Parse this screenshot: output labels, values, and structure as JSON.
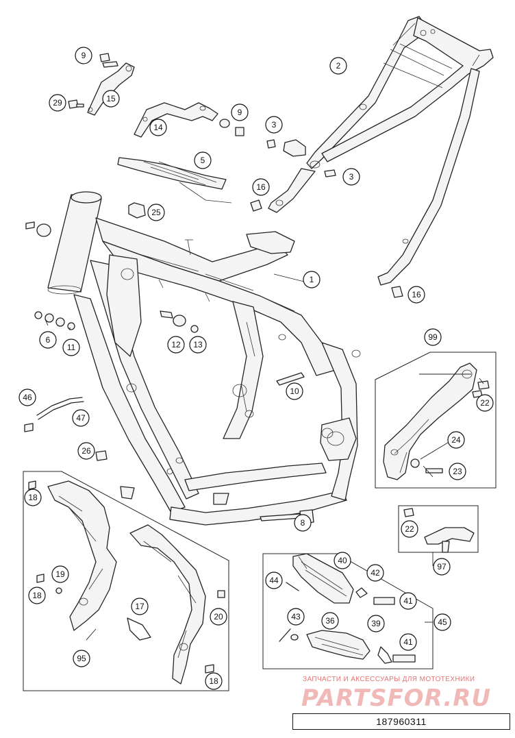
{
  "watermark": {
    "line1": "ЗАПЧАСТИ И АКСЕССУАРЫ ДЛЯ МОТОТЕХНИКИ",
    "line2": "PARTSFOR.RU"
  },
  "drawing_number": "187960311",
  "callouts": [
    "9",
    "15",
    "29",
    "2",
    "14",
    "9",
    "3",
    "3",
    "5",
    "16",
    "25",
    "1",
    "16",
    "6",
    "11",
    "12",
    "13",
    "99",
    "22",
    "10",
    "46",
    "47",
    "24",
    "23",
    "26",
    "18",
    "8",
    "19",
    "18",
    "17",
    "20",
    "95",
    "18",
    "22",
    "97",
    "40",
    "42",
    "44",
    "41",
    "45",
    "43",
    "36",
    "39",
    "41"
  ]
}
